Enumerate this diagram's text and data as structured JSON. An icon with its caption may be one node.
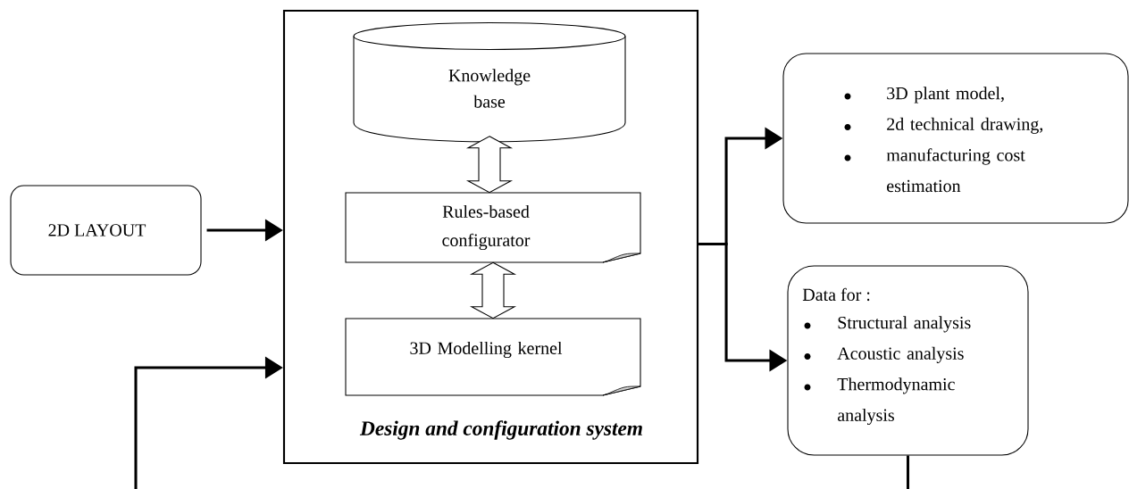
{
  "diagram": {
    "nodes": [
      {
        "text": [
          "Design and configuration system"
        ]
      },
      {
        "text": [
          "Knowledge base"
        ],
        "in": 0
      },
      {
        "text": [
          "Rules-based configurator"
        ],
        "in": 0
      },
      {
        "text": [
          "3D Modelling kernel"
        ],
        "in": 0
      },
      {
        "text": [
          "2D LAYOUT"
        ]
      },
      {
        "text": [
          "3D plant model,",
          "2d technical drawing,",
          "manufacturing cost estimation"
        ]
      },
      {
        "text": [
          "Data for :",
          "Structural analysis",
          "Acoustic analysis",
          "Thermodynamic analysis"
        ]
      }
    ],
    "edges": [
      {
        "from": 1,
        "to": 2,
        "arrow": "both"
      },
      {
        "from": 2,
        "to": 3,
        "arrow": "both"
      },
      {
        "from": 4,
        "to": 0,
        "arrow": "to"
      },
      {
        "from": null,
        "to": 0,
        "arrow": "to"
      },
      {
        "from": 0,
        "to": 5,
        "arrow": "to"
      },
      {
        "from": 0,
        "to": 6,
        "arrow": "to"
      },
      {
        "from": 6,
        "to": null,
        "arrow": "none"
      }
    ]
  }
}
